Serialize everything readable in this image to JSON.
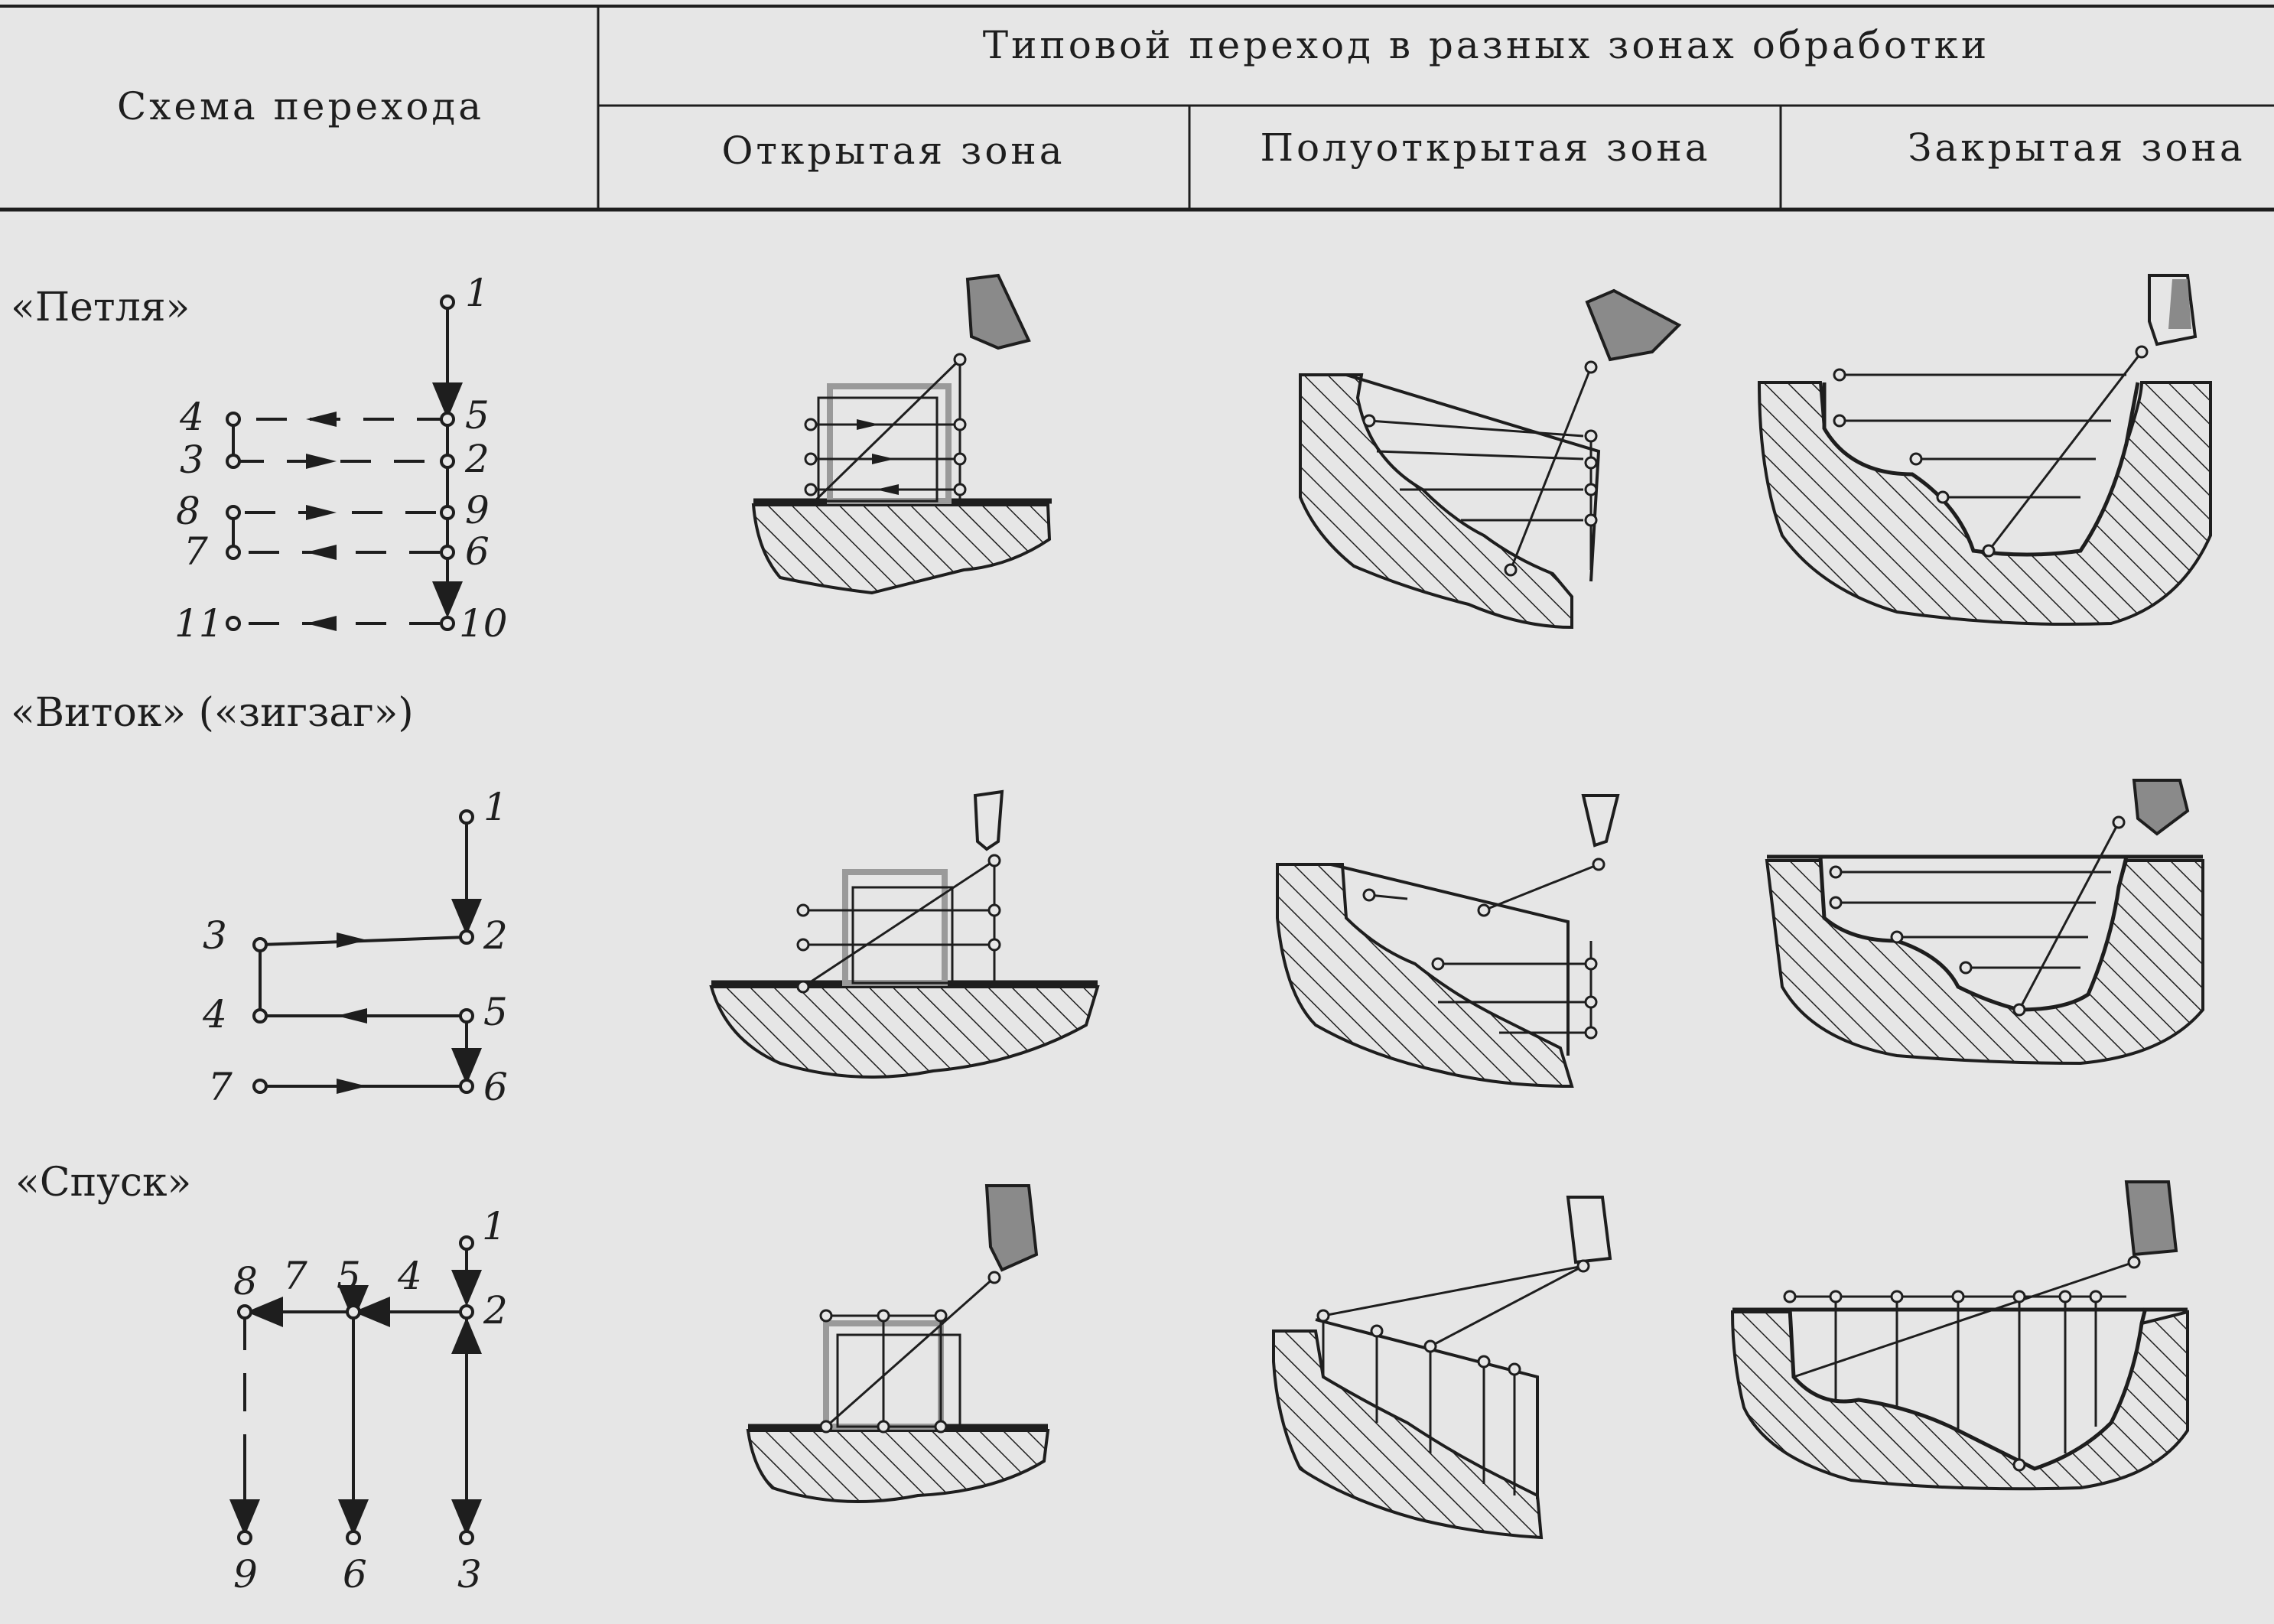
{
  "header": {
    "scheme_title": "Схема перехода",
    "typical_title": "Типовой переход в разных зонах обработки",
    "zone_open": "Открытая зона",
    "zone_semi": "Полуоткрытая зона",
    "zone_closed": "Закрытая зона"
  },
  "rows": [
    {
      "label": "«Петля»",
      "points": [
        "1",
        "5",
        "4",
        "3",
        "2",
        "8",
        "9",
        "7",
        "6",
        "11",
        "10"
      ]
    },
    {
      "label": "«Виток» («зигзаг»)",
      "points": [
        "1",
        "3",
        "2",
        "4",
        "5",
        "7",
        "6"
      ]
    },
    {
      "label": "«Спуск»",
      "points": [
        "1",
        "8",
        "7",
        "5",
        "4",
        "2",
        "9",
        "6",
        "3"
      ]
    }
  ],
  "colors": {
    "background": "#e6e6e6",
    "ink": "#1e1e1e",
    "shadow": "#8a8a8a"
  }
}
